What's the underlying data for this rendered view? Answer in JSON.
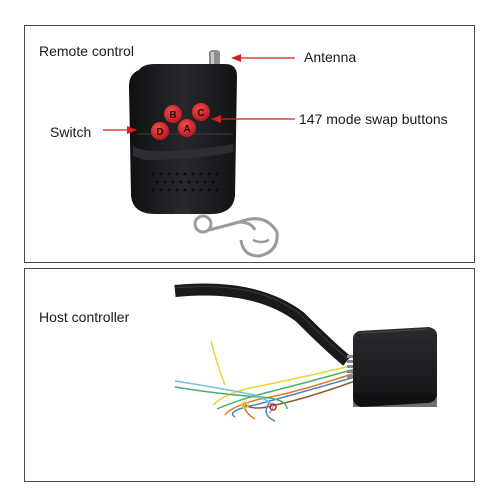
{
  "top_panel": {
    "labels": {
      "remote_control": "Remote control",
      "antenna": "Antenna",
      "switch": "Switch",
      "buttons": "147 mode swap buttons"
    },
    "remote_buttons": [
      "A",
      "B",
      "C",
      "D"
    ]
  },
  "bottom_panel": {
    "labels": {
      "host_controller": "Host controller"
    }
  },
  "colors": {
    "arrow": "#d42020",
    "button_red": "#d8262c",
    "device_body": "#1b1c1e",
    "border": "#4a4a4a"
  }
}
